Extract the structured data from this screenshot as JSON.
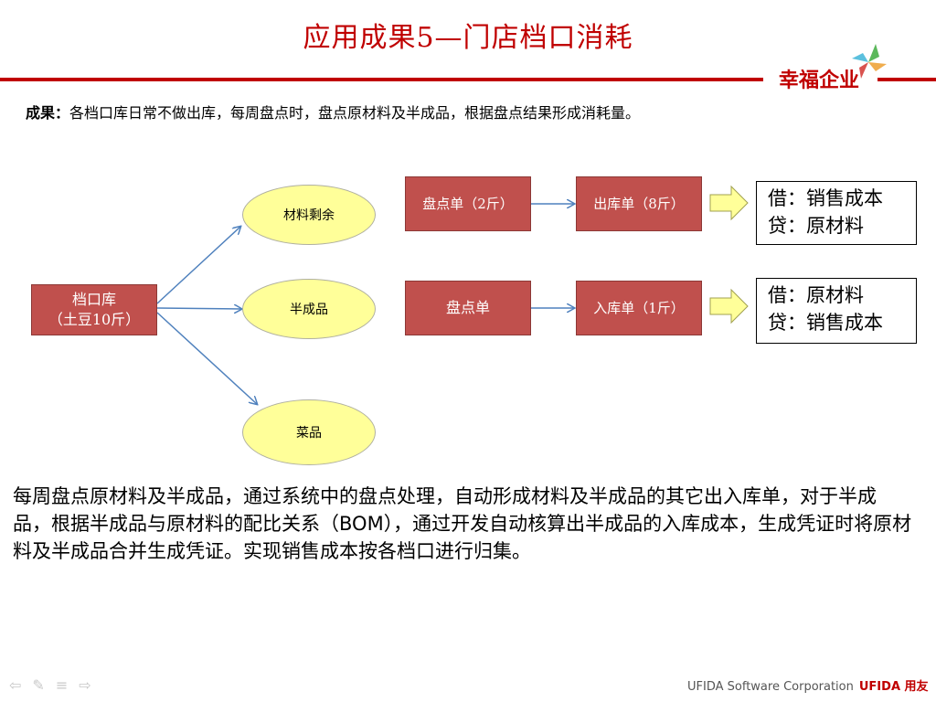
{
  "slide": {
    "title": "应用成果5—门店档口消耗",
    "logo_text": "幸福企业",
    "result_label": "成果：",
    "result_text": "各档口库日常不做出库，每周盘点时，盘点原材料及半成品，根据盘点结果形成消耗量。"
  },
  "diagram": {
    "source": "档口库\n（土豆10斤）",
    "ovals": [
      "材料剩余",
      "半成品",
      "菜品"
    ],
    "count_top": "盘点单（2斤）",
    "issue": "出库单（8斤）",
    "count_mid": "盘点单",
    "receipt": "入库单（1斤）",
    "entry_top": {
      "debit": "借：销售成本",
      "credit": "贷：原材料"
    },
    "entry_mid": {
      "debit": "借：原材料",
      "credit": "贷：销售成本"
    }
  },
  "paragraph": {
    "part1": "每周盘点原材料及半成品，通过系统中的盘点处理，自动形成材料及半成品的其它出入库单，对于半成品，根据半成品与原材料的配比关系（",
    "bom": "BOM",
    "part2": "），通过开发自动核算出半成品的入库成本，生成凭证时将原材料及半成品合并生成凭证。实现销售成本按各档口进行归集。"
  },
  "footer": {
    "company": "UFIDA Software Corporation",
    "brand": "UFIDA 用友"
  },
  "colors": {
    "accent": "#c00000",
    "box_fill": "#c0504d",
    "oval_fill": "#ffff99",
    "connector": "#4f81bd"
  }
}
